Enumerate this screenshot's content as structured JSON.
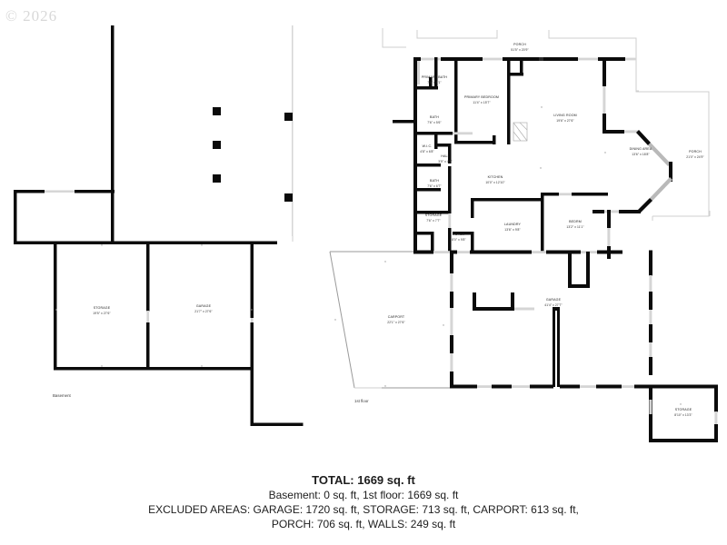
{
  "watermark": "© 2026",
  "floors": {
    "basement_label": "Basement",
    "first_label": "1st floor"
  },
  "basement_rooms": [
    {
      "name": "STORAGE",
      "dim": "19'5\" x 27'6\""
    },
    {
      "name": "GARAGE",
      "dim": "21'7\" x 27'6\""
    }
  ],
  "first_floor_rooms": [
    {
      "name": "PORCH",
      "dim": "51'5\" x 20'9\""
    },
    {
      "name": "PRIMARY BATH",
      "dim": "7'5\" x 9'1\""
    },
    {
      "name": "PRIMARY BEDROOM",
      "dim": "11'4\" x 15'7\""
    },
    {
      "name": "LIVING ROOM",
      "dim": "19'6\" x 27'6\""
    },
    {
      "name": "DINING AREA",
      "dim": "13'6\" x 18'8\""
    },
    {
      "name": "PORCH",
      "dim": "21'0\" x 24'9\""
    },
    {
      "name": "BATH",
      "dim": "7'6\" x 5'6\""
    },
    {
      "name": "W.I.C.",
      "dim": "4'8\" x 6'8\""
    },
    {
      "name": "HALL",
      "dim": "3'9\" x 4'7\""
    },
    {
      "name": "BATH",
      "dim": "7'6\" x 6'7\""
    },
    {
      "name": "KITCHEN",
      "dim": "10'0\" x 12'10\""
    },
    {
      "name": "STORAGE",
      "dim": "7'6\" x 7'7\""
    },
    {
      "name": "FOYER",
      "dim": "8'0\" x 9'8\""
    },
    {
      "name": "LAUNDRY",
      "dim": "13'6\" x 9'8\""
    },
    {
      "name": "BEDRM",
      "dim": "13'2\" x 11'1\""
    },
    {
      "name": "CARPORT",
      "dim": "22'1\" x 27'6\""
    },
    {
      "name": "GARAGE",
      "dim": "41'4\" x 27'7\""
    },
    {
      "name": "STORAGE",
      "dim": "8'10\" x 13'3\""
    }
  ],
  "footer": {
    "total": "TOTAL: 1669 sq. ft",
    "line2": "Basement: 0 sq. ft, 1st floor: 1669 sq. ft",
    "line3": "EXCLUDED AREAS: GARAGE: 1720 sq. ft, STORAGE: 713 sq. ft, CARPORT: 613 sq. ft,",
    "line4": "PORCH: 706 sq. ft, WALLS: 249 sq. ft"
  }
}
